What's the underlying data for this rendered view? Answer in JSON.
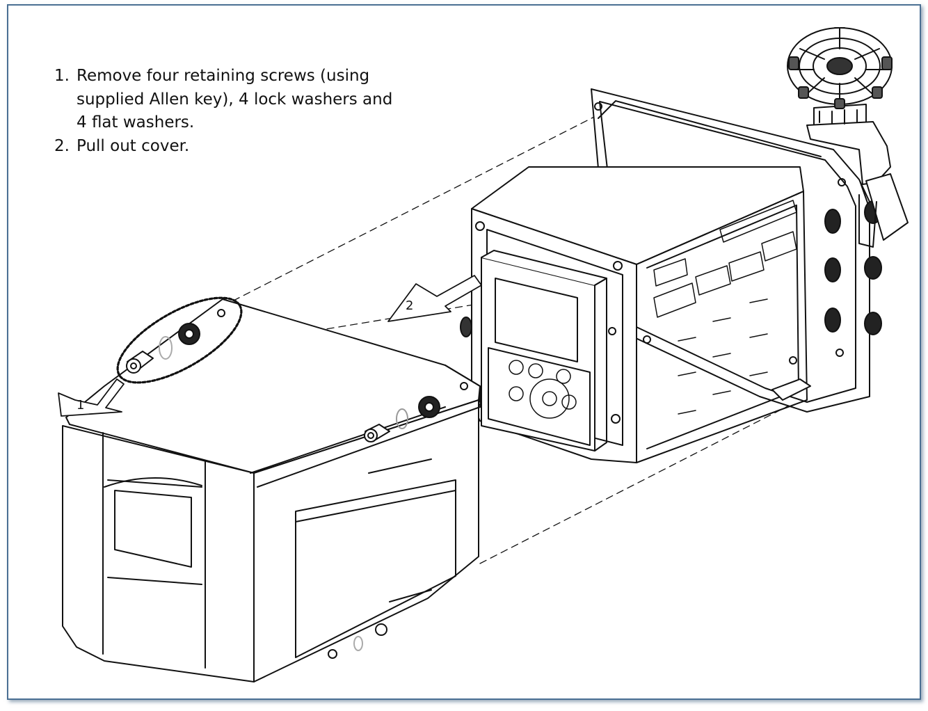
{
  "instructions": [
    {
      "number": "1.",
      "text": "Remove four retaining screws (using supplied Allen key), 4 lock washers and 4 flat washers."
    },
    {
      "number": "2.",
      "text": "Pull out cover."
    }
  ],
  "callouts": [
    {
      "label": "1"
    },
    {
      "label": "2"
    }
  ],
  "colors": {
    "border": "#4a6f93",
    "line": "#111111"
  }
}
